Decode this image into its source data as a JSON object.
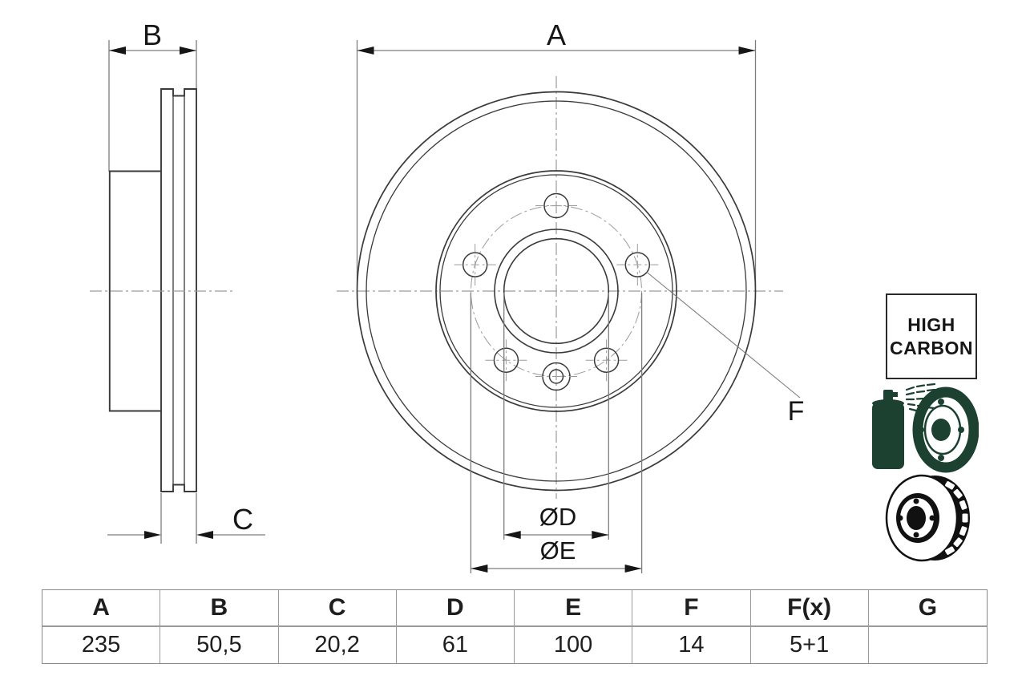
{
  "drawing": {
    "side_view": {
      "dim_b_label": "B",
      "dim_c_label": "C"
    },
    "front_view": {
      "dim_a_label": "A",
      "dim_d_label": "ØD",
      "dim_e_label": "ØE",
      "dim_f_label": "F"
    }
  },
  "badge": {
    "line1": "HIGH",
    "line2": "CARBON"
  },
  "icons": {
    "spray": "spray-coating-icon",
    "disc": "vented-brake-disc-icon"
  },
  "colors": {
    "line": "#3a3a3a",
    "dim": "#7d7d7d",
    "centerline": "#9b9b9b",
    "text": "#1a1a1a",
    "icon_green": "#1c4130",
    "icon_black": "#111111"
  },
  "table": {
    "headers": [
      "A",
      "B",
      "C",
      "D",
      "E",
      "F",
      "F(x)",
      "G"
    ],
    "values": [
      "235",
      "50,5",
      "20,2",
      "61",
      "100",
      "14",
      "5+1",
      ""
    ]
  }
}
